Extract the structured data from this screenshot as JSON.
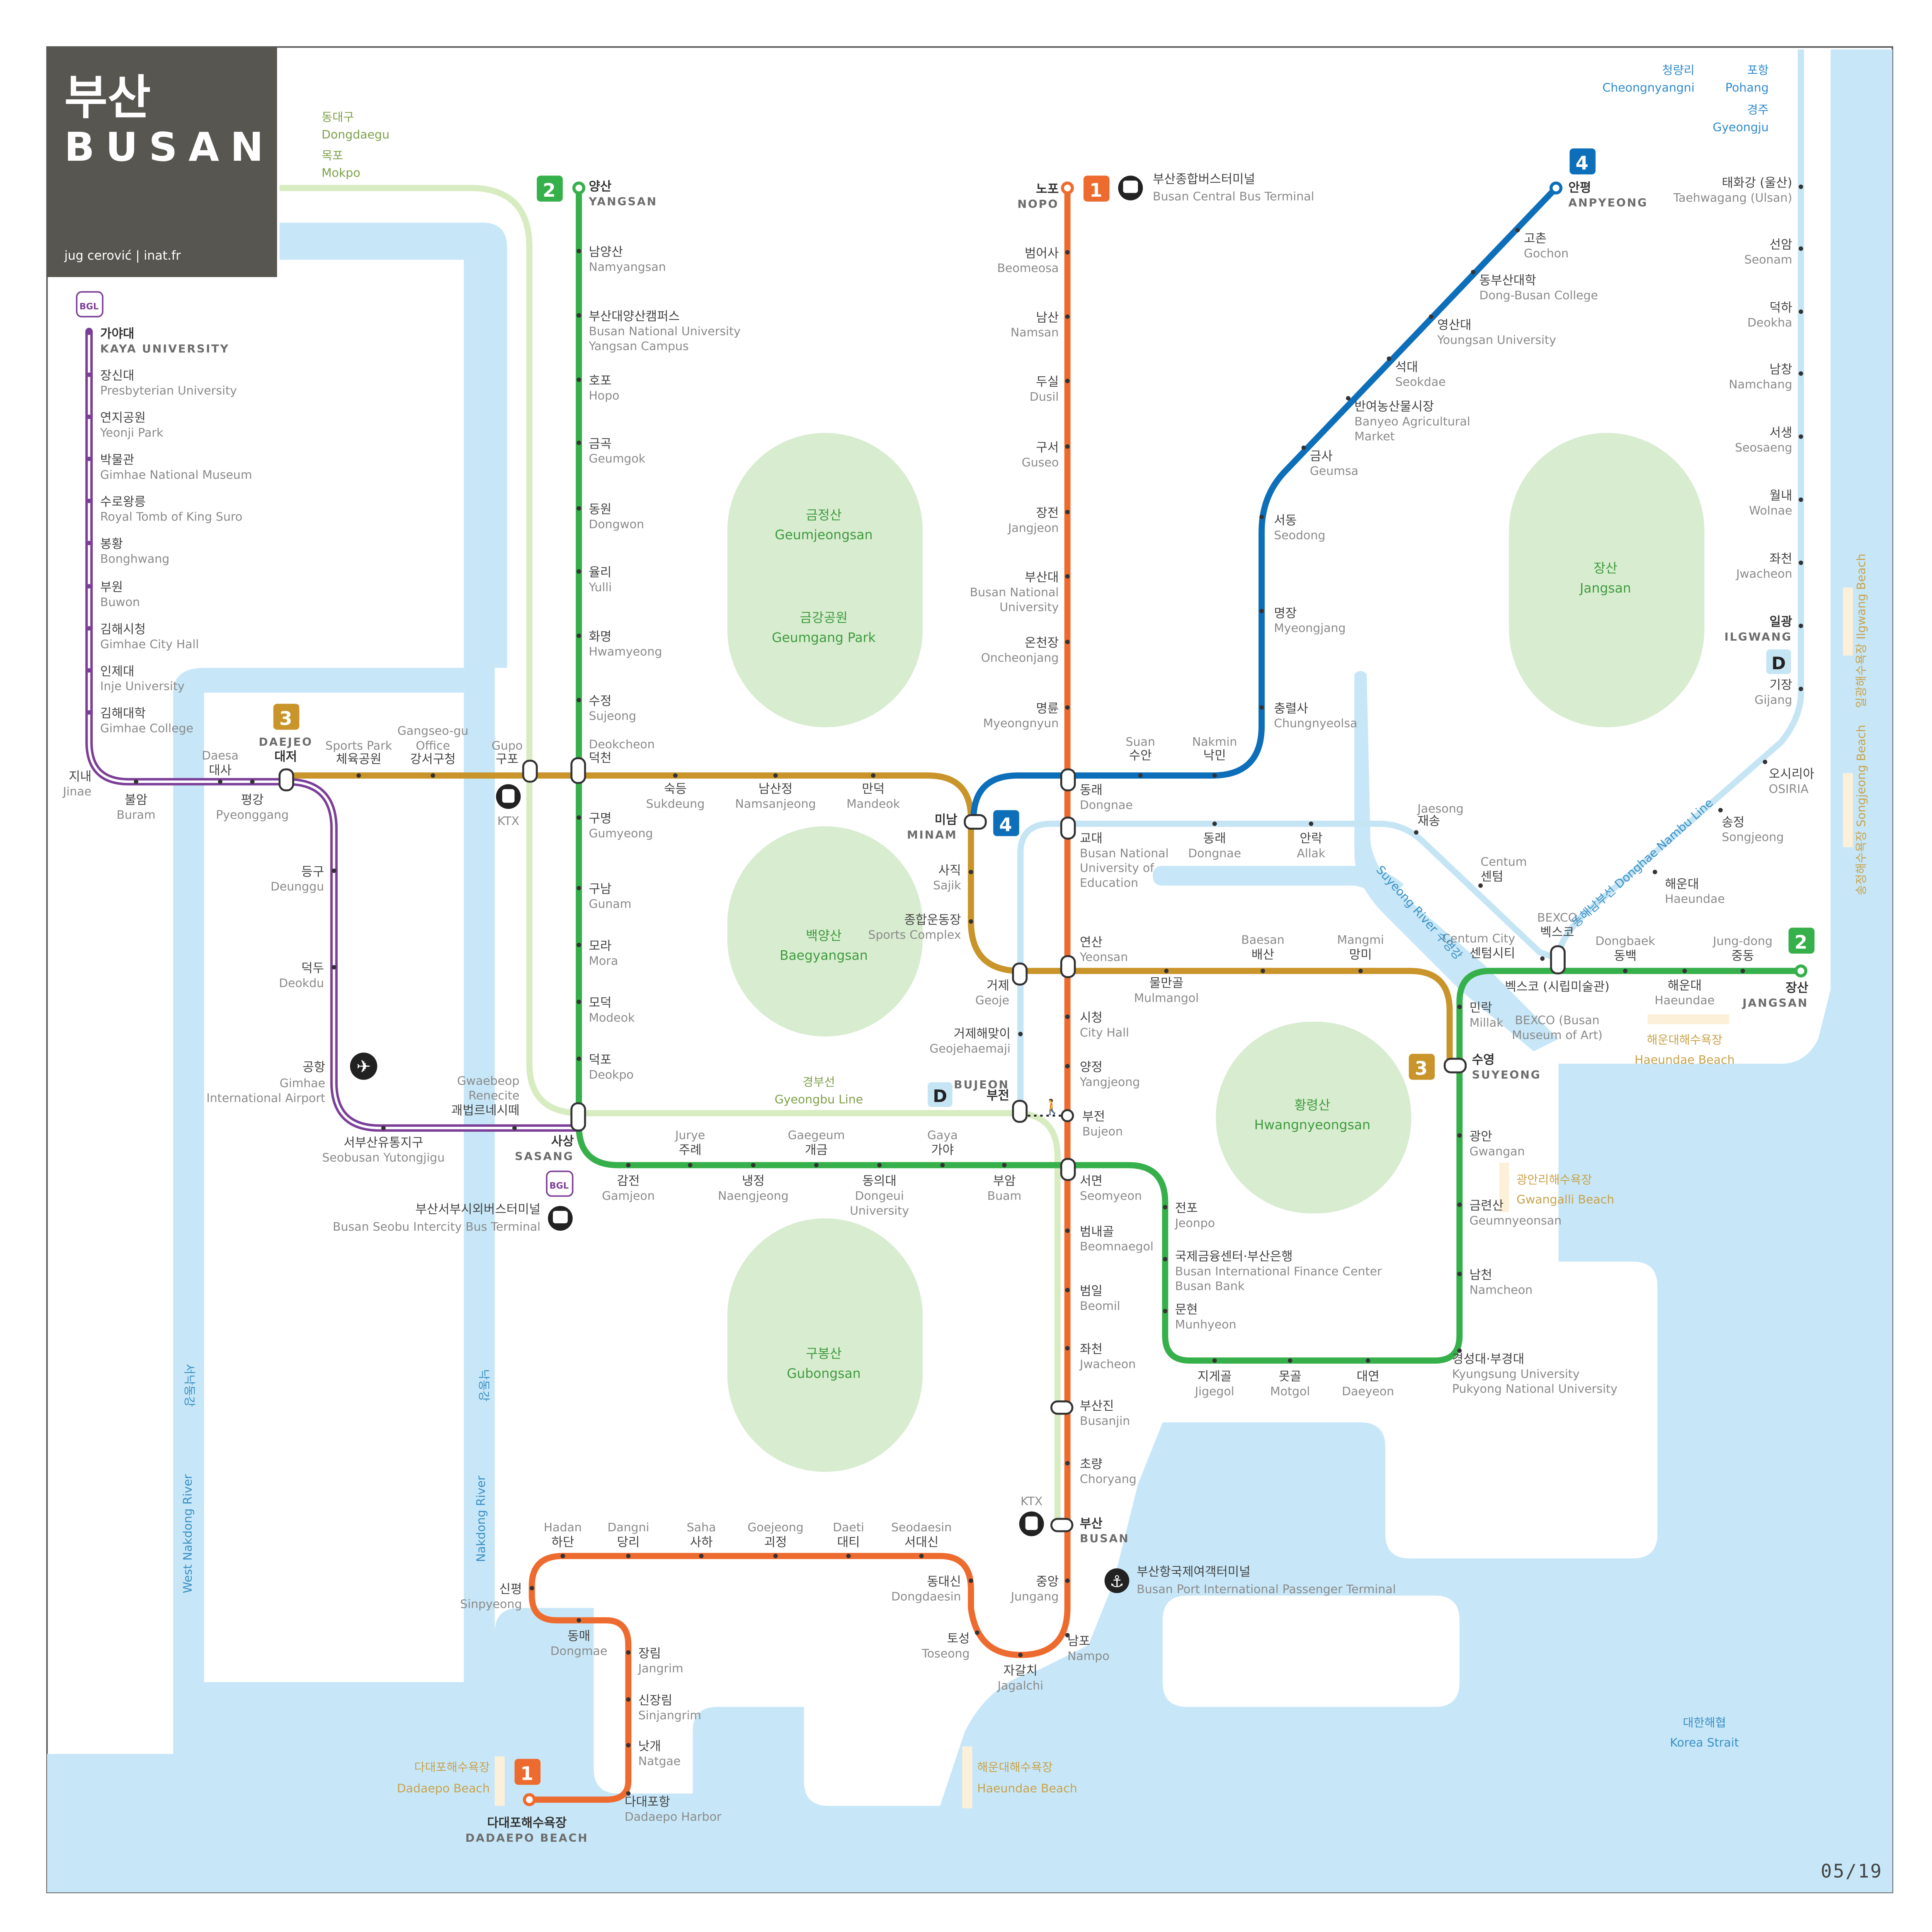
{
  "title": {
    "ko": "부산",
    "en": "BUSAN",
    "credit": "jug cerović | inat.fr",
    "date": "05/19"
  },
  "colors": {
    "line1": "#ee6b2f",
    "line2": "#36b04a",
    "line3": "#c9952b",
    "line4": "#0d6fba",
    "bgl": "#7b3f98",
    "donghae": "#c5e5f5",
    "gyeongbu": "#d8ecc2",
    "water": "#c7e7f8",
    "park": "#d8ecd0"
  },
  "lines": {
    "l1": "1",
    "l2": "2",
    "l3": "3",
    "l4": "4",
    "d": "D",
    "bgl": "BGL"
  },
  "destinations": {
    "dongdaegu_ko": "동대구",
    "dongdaegu_en": "Dongdaegu",
    "mokpo_ko": "목포",
    "mokpo_en": "Mokpo",
    "cheongnyangni_ko": "청량리",
    "cheongnyangni_en": "Cheongnyangni",
    "pohang_ko": "포항",
    "pohang_en": "Pohang",
    "gyeongju_ko": "경주",
    "gyeongju_en": "Gyeongju"
  },
  "poi": {
    "bus_terminal_ko": "부산종합버스터미널",
    "bus_terminal_en": "Busan Central Bus Terminal",
    "seobu_ko": "부산서부시외버스터미널",
    "seobu_en": "Busan Seobu Intercity Bus Terminal",
    "port_ko": "부산항국제여객터미널",
    "port_en": "Busan Port International Passenger Terminal",
    "ktx": "KTX",
    "airport_ko": "공항",
    "airport_en1": "Gimhae",
    "airport_en2": "International Airport"
  },
  "parks": {
    "geumjeongsan_ko": "금정산",
    "geumjeongsan_en": "Geumjeongsan",
    "geumgang_ko": "금강공원",
    "geumgang_en": "Geumgang Park",
    "baegyangsan_ko": "백양산",
    "baegyangsan_en": "Baegyangsan",
    "gubongsan_ko": "구봉산",
    "gubongsan_en": "Gubongsan",
    "jangsan_ko": "장산",
    "jangsan_en": "Jangsan",
    "hwangnyeong_ko": "황령산",
    "hwangnyeong_en": "Hwangnyeongsan"
  },
  "water": {
    "west_nakdong_ko": "서낙동강",
    "west_nakdong_en": "West Nakdong River",
    "nakdong_ko": "낙동강",
    "nakdong_en": "Nakdong River",
    "suyeong_river": "Suyeong River 수영강",
    "korea_strait_ko": "대한해협",
    "korea_strait_en": "Korea Strait"
  },
  "beaches": {
    "dadaepo_ko": "다대포해수욕장",
    "dadaepo_en": "Dadaepo Beach",
    "haeundae_ko": "해운대해수욕장",
    "haeundae_en": "Haeundae Beach",
    "haeundae2_ko": "해운대해수욕장",
    "haeundae2_en": "Haeundae Beach",
    "gwangalli_ko": "광안리해수욕장",
    "gwangalli_en": "Gwangalli Beach",
    "ilgwang": "일광해수욕장 Ilgwang Beach",
    "songjeong": "송정해수욕장 Songjeong Beach"
  },
  "line_labels": {
    "gyeongbu_ko": "경부선",
    "gyeongbu_en": "Gyeongbu Line",
    "donghae": "동해남부선 Donghae Nambu Line"
  },
  "stations": {
    "nopo_ko": "노포",
    "nopo_en": "NOPO",
    "beomeosa_ko": "범어사",
    "beomeosa_en": "Beomeosa",
    "namsan_ko": "남산",
    "namsan_en": "Namsan",
    "dusil_ko": "두실",
    "dusil_en": "Dusil",
    "guseo_ko": "구서",
    "guseo_en": "Guseo",
    "jangjeon_ko": "장전",
    "jangjeon_en": "Jangjeon",
    "pnu_ko": "부산대",
    "pnu_en1": "Busan National",
    "pnu_en2": "University",
    "oncheonjang_ko": "온천장",
    "oncheonjang_en": "Oncheonjang",
    "myeongnyun_ko": "명륜",
    "myeongnyun_en": "Myeongnyun",
    "dongnae_ko": "동래",
    "dongnae_en": "Dongnae",
    "gyodae_ko": "교대",
    "gyodae_en1": "Busan National",
    "gyodae_en2": "University of",
    "gyodae_en3": "Education",
    "yeonsan_ko": "연산",
    "yeonsan_en": "Yeonsan",
    "cityhall_ko": "시청",
    "cityhall_en": "City Hall",
    "yangjeong_ko": "양정",
    "yangjeong_en": "Yangjeong",
    "bujeon_ko": "부전",
    "bujeon_en": "Bujeon",
    "seomyeon_ko": "서면",
    "seomyeon_en": "Seomyeon",
    "beomnaegol_ko": "범내골",
    "beomnaegol_en": "Beomnaegol",
    "beomil_ko": "범일",
    "beomil_en": "Beomil",
    "jwacheon_ko": "좌천",
    "jwacheon_en": "Jwacheon",
    "busanjin_ko": "부산진",
    "busanjin_en": "Busanjin",
    "choryang_ko": "초량",
    "choryang_en": "Choryang",
    "busan_ko": "부산",
    "busan_en": "BUSAN",
    "jungang_ko": "중앙",
    "jungang_en": "Jungang",
    "nampo_ko": "남포",
    "nampo_en": "Nampo",
    "jagalchi_ko": "자갈치",
    "jagalchi_en": "Jagalchi",
    "toseong_ko": "토성",
    "toseong_en": "Toseong",
    "dongdaesin_ko": "동대신",
    "dongdaesin_en": "Dongdaesin",
    "seodaesin_ko": "서대신",
    "seodaesin_en": "Seodaesin",
    "daeti_ko": "대티",
    "daeti_en": "Daeti",
    "goejeong_ko": "괴정",
    "goejeong_en": "Goejeong",
    "saha_ko": "사하",
    "saha_en": "Saha",
    "dangni_ko": "당리",
    "dangni_en": "Dangni",
    "hadan_ko": "하단",
    "hadan_en": "Hadan",
    "sinpyeong_ko": "신평",
    "sinpyeong_en": "Sinpyeong",
    "dongmae_ko": "동매",
    "dongmae_en": "Dongmae",
    "jangnim_ko": "장림",
    "jangnim_en": "Jangrim",
    "sinjangnim_ko": "신장림",
    "sinjangnim_en": "Sinjangrim",
    "natgae_ko": "낫개",
    "natgae_en": "Natgae",
    "dadaepo_harbor_ko": "다대포항",
    "dadaepo_harbor_en": "Dadaepo Harbor",
    "dadaepo_beach_ko": "다대포해수욕장",
    "dadaepo_beach_en": "DADAEPO BEACH",
    "yangsan_ko": "양산",
    "yangsan_en": "YANGSAN",
    "namyangsan_ko": "남양산",
    "namyangsan_en": "Namyangsan",
    "pnuy_ko": "부산대양산캠퍼스",
    "pnuy_en1": "Busan National University",
    "pnuy_en2": "Yangsan Campus",
    "hopo_ko": "호포",
    "hopo_en": "Hopo",
    "geumgok_ko": "금곡",
    "geumgok_en": "Geumgok",
    "dongwon_ko": "동원",
    "dongwon_en": "Dongwon",
    "yulli_ko": "율리",
    "yulli_en": "Yulli",
    "hwamyeong_ko": "화명",
    "hwamyeong_en": "Hwamyeong",
    "sujeong_ko": "수정",
    "sujeong_en": "Sujeong",
    "deokcheon_ko": "덕천",
    "deokcheon_en": "Deokcheon",
    "gumyeong_ko": "구명",
    "gumyeong_en": "Gumyeong",
    "gunam_ko": "구남",
    "gunam_en": "Gunam",
    "mora_ko": "모라",
    "mora_en": "Mora",
    "modeok_ko": "모덕",
    "modeok_en": "Modeok",
    "deokpo_ko": "덕포",
    "deokpo_en": "Deokpo",
    "sasang_ko": "사상",
    "sasang_en": "SASANG",
    "jurye_ko": "주례",
    "jurye_en": "Jurye",
    "gamjeon_ko": "감전",
    "gamjeon_en": "Gamjeon",
    "gaegeum_ko": "개금",
    "gaegeum_en": "Gaegeum",
    "naengjeong_ko": "냉정",
    "naengjeong_en": "Naengjeong",
    "gaya_ko": "가야",
    "gaya_en": "Gaya",
    "dongeui_ko": "동의대",
    "dongeui_en1": "Dongeui",
    "dongeui_en2": "University",
    "buam_ko": "부암",
    "buam_en": "Buam",
    "jeonpo_ko": "전포",
    "jeonpo_en": "Jeonpo",
    "bifc_ko": "국제금융센터·부산은행",
    "bifc_en1": "Busan International Finance Center",
    "bifc_en2": "Busan Bank",
    "munhyeon_ko": "문현",
    "munhyeon_en": "Munhyeon",
    "jigegol_ko": "지게골",
    "jigegol_en": "Jigegol",
    "motgol_ko": "못골",
    "motgol_en": "Motgol",
    "daeyeon_ko": "대연",
    "daeyeon_en": "Daeyeon",
    "kyungsung_ko": "경성대·부경대",
    "kyungsung_en1": "Kyungsung University",
    "kyungsung_en2": "Pukyong National University",
    "namcheon_ko": "남천",
    "namcheon_en": "Namcheon",
    "geumnyeon_ko": "금련산",
    "geumnyeon_en": "Geumnyeonsan",
    "gwangan_ko": "광안",
    "gwangan_en": "Gwangan",
    "suyeong_ko": "수영",
    "suyeong_en": "SUYEONG",
    "millak_ko": "민락",
    "millak_en": "Millak",
    "bexco_ko": "벡스코",
    "bexco_en": "BEXCO",
    "bexco2_ko": "벡스코 (시립미술관)",
    "bexco2_en1": "BEXCO (Busan",
    "bexco2_en2": "Museum of Art)",
    "dongbaek_ko": "동백",
    "dongbaek_en": "Dongbaek",
    "haeundae_ko": "해운대",
    "haeundae_en": "Haeundae",
    "jungdong_ko": "중동",
    "jungdong_en": "Jung-dong",
    "jangsan_ko": "장산",
    "jangsan_en": "JANGSAN",
    "daejeo_ko": "대저",
    "daejeo_en": "DAEJEO",
    "sports_ko": "체육공원",
    "sports_en": "Sports Park",
    "gangseo_ko": "강서구청",
    "gangseo_en1": "Gangseo-gu",
    "gangseo_en2": "Office",
    "gupo_ko": "구포",
    "gupo_en": "Gupo",
    "sukdeung_ko": "숙등",
    "sukdeung_en": "Sukdeung",
    "namsanjeong_ko": "남산정",
    "namsanjeong_en": "Namsanjeong",
    "mandeok_ko": "만덕",
    "mandeok_en": "Mandeok",
    "minam_ko": "미남",
    "minam_en": "MINAM",
    "sajik_ko": "사직",
    "sajik_en": "Sajik",
    "sports2_ko": "종합운동장",
    "sports2_en": "Sports Complex",
    "geoje_ko": "거제",
    "geoje_en": "Geoje",
    "mulmangol_ko": "물만골",
    "mulmangol_en": "Mulmangol",
    "baesan_ko": "배산",
    "baesan_en": "Baesan",
    "mangmi_ko": "망미",
    "mangmi_en": "Mangmi",
    "anpyeong_ko": "안평",
    "anpyeong_en": "ANPYEONG",
    "gochon_ko": "고촌",
    "gochon_en": "Gochon",
    "dbc_ko": "동부산대학",
    "dbc_en": "Dong-Busan College",
    "youngsan_ko": "영산대",
    "youngsan_en": "Youngsan University",
    "seokdae_ko": "석대",
    "seokdae_en": "Seokdae",
    "banyeo_ko": "반여농산물시장",
    "banyeo_en1": "Banyeo Agricultural",
    "banyeo_en2": "Market",
    "geumsa_ko": "금사",
    "geumsa_en": "Geumsa",
    "seodong_ko": "서동",
    "seodong_en": "Seodong",
    "myeongjang_ko": "명장",
    "myeongjang_en": "Myeongjang",
    "chungnyeolsa_ko": "충렬사",
    "chungnyeolsa_en": "Chungnyeolsa",
    "nakmin_ko": "낙민",
    "nakmin_en": "Nakmin",
    "suan_ko": "수안",
    "suan_en": "Suan",
    "dongnae2_ko": "동래",
    "dongnae2_en": "Dongnae",
    "allak_ko": "안락",
    "allak_en": "Allak",
    "jaesong_ko": "재송",
    "jaesong_en": "Jaesong",
    "centum_ko": "센텀",
    "centum_en": "Centum",
    "centumcity_ko": "센텀시티",
    "centumcity_en": "Centum City",
    "geojehaemaji_ko": "거제해맞이",
    "geojehaemaji_en": "Geojehaemaji",
    "taehwagang_ko": "태화강 (울산)",
    "taehwagang_en": "Taehwagang (Ulsan)",
    "seonam_ko": "선암",
    "seonam_en": "Seonam",
    "deokha_ko": "덕하",
    "deokha_en": "Deokha",
    "namchang_ko": "남창",
    "namchang_en": "Namchang",
    "seosaeng_ko": "서생",
    "seosaeng_en": "Seosaeng",
    "wolnae_ko": "월내",
    "wolnae_en": "Wolnae",
    "jwacheon2_ko": "좌천",
    "jwacheon2_en": "Jwacheon",
    "ilgwang_ko": "일광",
    "ilgwang_en": "ILGWANG",
    "gijang_ko": "기장",
    "gijang_en": "Gijang",
    "osiria_ko": "오시리아",
    "osiria_en": "OSIRIA",
    "songjeong_ko": "송정",
    "songjeong_en": "Songjeong",
    "haeundae2_ko": "해운대",
    "haeundae2_en": "Haeundae",
    "kaya_ko": "가야대",
    "kaya_en": "KAYA UNIVERSITY",
    "jangsin_ko": "장신대",
    "jangsin_en": "Presbyterian University",
    "yeonji_ko": "연지공원",
    "yeonji_en": "Yeonji Park",
    "bakmulgwan_ko": "박물관",
    "bakmulgwan_en": "Gimhae National Museum",
    "suro_ko": "수로왕릉",
    "suro_en": "Royal Tomb of King Suro",
    "bonghwang_ko": "봉황",
    "bonghwang_en": "Bonghwang",
    "buwon_ko": "부원",
    "buwon_en": "Buwon",
    "gimhaecity_ko": "김해시청",
    "gimhaecity_en": "Gimhae City Hall",
    "inje_ko": "인제대",
    "inje_en": "Inje University",
    "gimhaecol_ko": "김해대학",
    "gimhaecol_en": "Gimhae College",
    "jinae_ko": "지내",
    "jinae_en": "Jinae",
    "buram_ko": "불암",
    "buram_en": "Buram",
    "daesa_ko": "대사",
    "daesa_en": "Daesa",
    "pyeonggang_ko": "평강",
    "pyeonggang_en": "Pyeonggang",
    "deunggu_ko": "등구",
    "deunggu_en": "Deunggu",
    "deokdu_ko": "덕두",
    "deokdu_en": "Deokdu",
    "seobusan_ko": "서부산유통지구",
    "seobusan_en": "Seobusan Yutongjigu",
    "gwaebeop_ko": "괘법르네시떼",
    "gwaebeop_en1": "Gwaebeop",
    "gwaebeop_en2": "Renecite",
    "bujeon2_ko": "부전",
    "bujeon2_en": "BUJEON"
  }
}
